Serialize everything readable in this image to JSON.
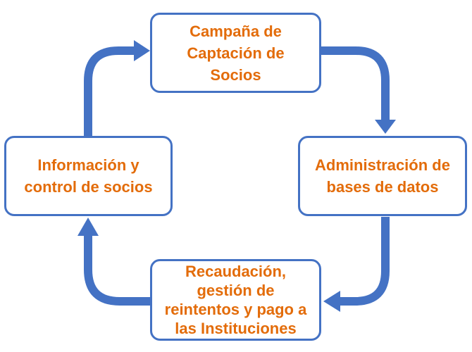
{
  "diagram": {
    "type": "cycle",
    "colors": {
      "arrow": "#4472C4",
      "box_border": "#4472C4",
      "text": "#E36C0A",
      "background": "#FFFFFF"
    },
    "nodes": [
      {
        "id": "top",
        "label": "Campaña de\nCaptación de\nSocios"
      },
      {
        "id": "right",
        "label": "Administración de\nbases de datos"
      },
      {
        "id": "bottom",
        "label": "Recaudación,\ngestión de\nreintentos y pago a\nlas Instituciones"
      },
      {
        "id": "left",
        "label": "Información y\ncontrol de socios"
      }
    ],
    "edges": [
      {
        "from": "top",
        "to": "right"
      },
      {
        "from": "right",
        "to": "bottom"
      },
      {
        "from": "bottom",
        "to": "left"
      },
      {
        "from": "left",
        "to": "top"
      }
    ]
  }
}
